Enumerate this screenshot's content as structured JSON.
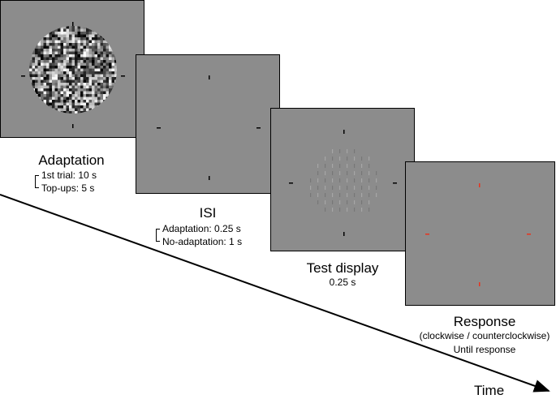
{
  "stages": {
    "adaptation": {
      "title": "Adaptation",
      "durations": [
        "1st trial: 10 s",
        "Top-ups: 5 s"
      ]
    },
    "isi": {
      "title": "ISI",
      "durations": [
        "Adaptation: 0.25 s",
        "No-adaptation: 1 s"
      ]
    },
    "test": {
      "title": "Test display",
      "duration": "0.25 s"
    },
    "response": {
      "title": "Response",
      "choice": "(clockwise / counterclockwise)",
      "duration": "Until response"
    }
  },
  "time_label": "Time",
  "colors": {
    "screen_gray": "#8c8c8c",
    "fixation_marker": "#000000",
    "response_marker": "#e8331e"
  }
}
